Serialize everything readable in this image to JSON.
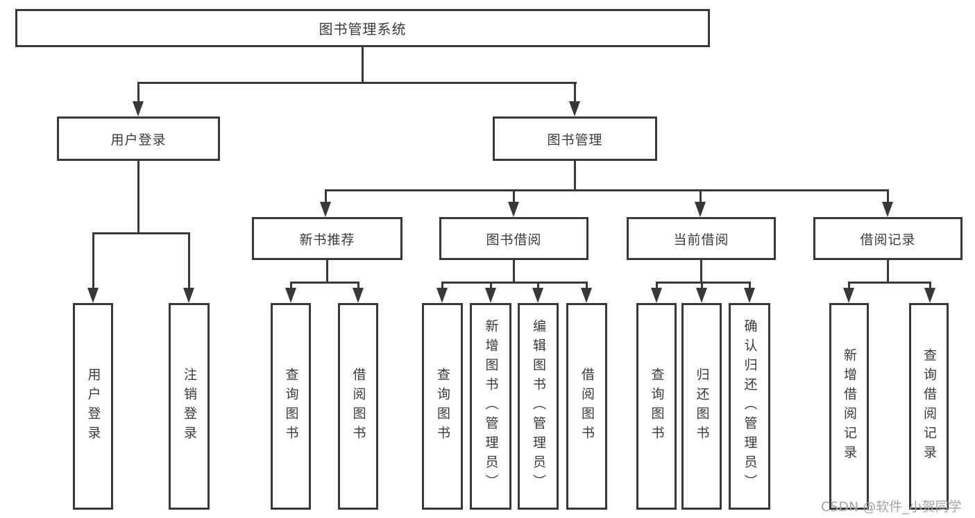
{
  "tree": {
    "label": "图书管理系统",
    "children": [
      {
        "label": "用户登录",
        "children": [
          {
            "label": "用户登录"
          },
          {
            "label": "注销登录"
          }
        ]
      },
      {
        "label": "图书管理",
        "children": [
          {
            "label": "新书推荐",
            "children": [
              {
                "label": "查询图书"
              },
              {
                "label": "借阅图书"
              }
            ]
          },
          {
            "label": "图书借阅",
            "children": [
              {
                "label": "查询图书"
              },
              {
                "label": "新增图书（管理员）"
              },
              {
                "label": "编辑图书（管理员）"
              },
              {
                "label": "借阅图书"
              }
            ]
          },
          {
            "label": "当前借阅",
            "children": [
              {
                "label": "查询图书"
              },
              {
                "label": "归还图书"
              },
              {
                "label": "确认归还（管理员）"
              }
            ]
          },
          {
            "label": "借阅记录",
            "children": [
              {
                "label": "新增借阅记录"
              },
              {
                "label": "查询借阅记录"
              }
            ]
          }
        ]
      }
    ]
  },
  "watermark": {
    "text": "CSDN @软件_小贺同学"
  },
  "colors": {
    "line": "#383838",
    "box_border": "#383838",
    "box_background": "#ffffff",
    "text": "#3a3a3a",
    "watermark": "#a3a3a3",
    "page_background": "#ffffff"
  }
}
